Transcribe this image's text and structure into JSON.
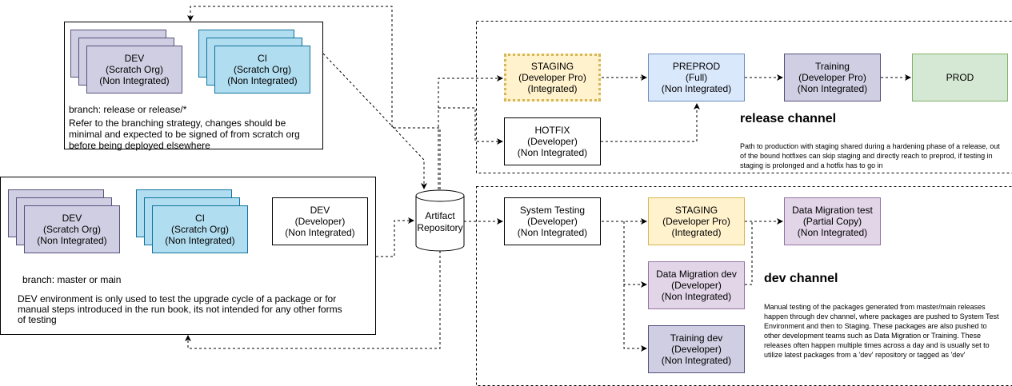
{
  "colors": {
    "purple": "#d0cee2",
    "cyan": "#b1ddf0",
    "yellow": "#fff2cc",
    "blue": "#dae8fc",
    "green": "#d5e8d4",
    "lilac": "#e1d5e7",
    "white": "#ffffff",
    "stroke": "#000000"
  },
  "release_source": {
    "dev_box": "DEV\n(Scratch Org)\n(Non Integrated)",
    "ci_box": "CI\n(Scratch Org)\n(Non Integrated)",
    "branch": "branch: release or release/*",
    "note": "Refer to the branching strategy, changes should be\nminimal and expected to be signed of from scratch org\nbefore being deployed elsewhere"
  },
  "dev_source": {
    "dev_box": "DEV\n(Scratch Org)\n(Non Integrated)",
    "ci_box": "CI\n(Scratch Org)\n(Non Integrated)",
    "developer_box": "DEV\n(Developer)\n(Non Integrated)",
    "branch": "branch: master or main",
    "note": "DEV environment is only used to test the upgrade cycle of a package or for\nmanual steps introduced in the run book, its not intended for any other forms\nof testing"
  },
  "artifact": "Artifact\nRepository",
  "release_channel": {
    "title": "release channel",
    "staging": "STAGING\n(Developer Pro)\n(Integrated)",
    "preprod": "PREPROD\n(Full)\n(Non Integrated)",
    "training": "Training\n(Developer Pro)\n(Non Integrated)",
    "prod": "PROD",
    "hotfix": "HOTFIX\n(Developer)\n(Non Integrated)",
    "description": "Path to production with staging shared during a hardening phase of a release, out of the bound hotfixes can skip staging and directly reach to preprod, if testing in staging is prolonged and a hotfix has to go in"
  },
  "dev_channel": {
    "title": "dev channel",
    "system_testing": "System Testing\n(Developer)\n(Non Integrated)",
    "staging": "STAGING\n(Developer Pro)\n(Integrated)",
    "data_migration_test": "Data Migration test\n(Partial Copy)\n(Non Integrated)",
    "data_migration_dev": "Data Migration dev\n(Developer)\n(Non Integrated)",
    "training_dev": "Training dev\n(Developer)\n(Non Integrated)",
    "description": "Manual testing of the packages generated from master/main releases happen through dev channel, where packages are pushed to  System Test Environment and then to Staging.  These packages are also pushed to other development teams such as Data Migration or Training.  These releases often happen multiple times across a day and is usually set to utilize latest packages from a 'dev' repository or tagged as 'dev'"
  }
}
